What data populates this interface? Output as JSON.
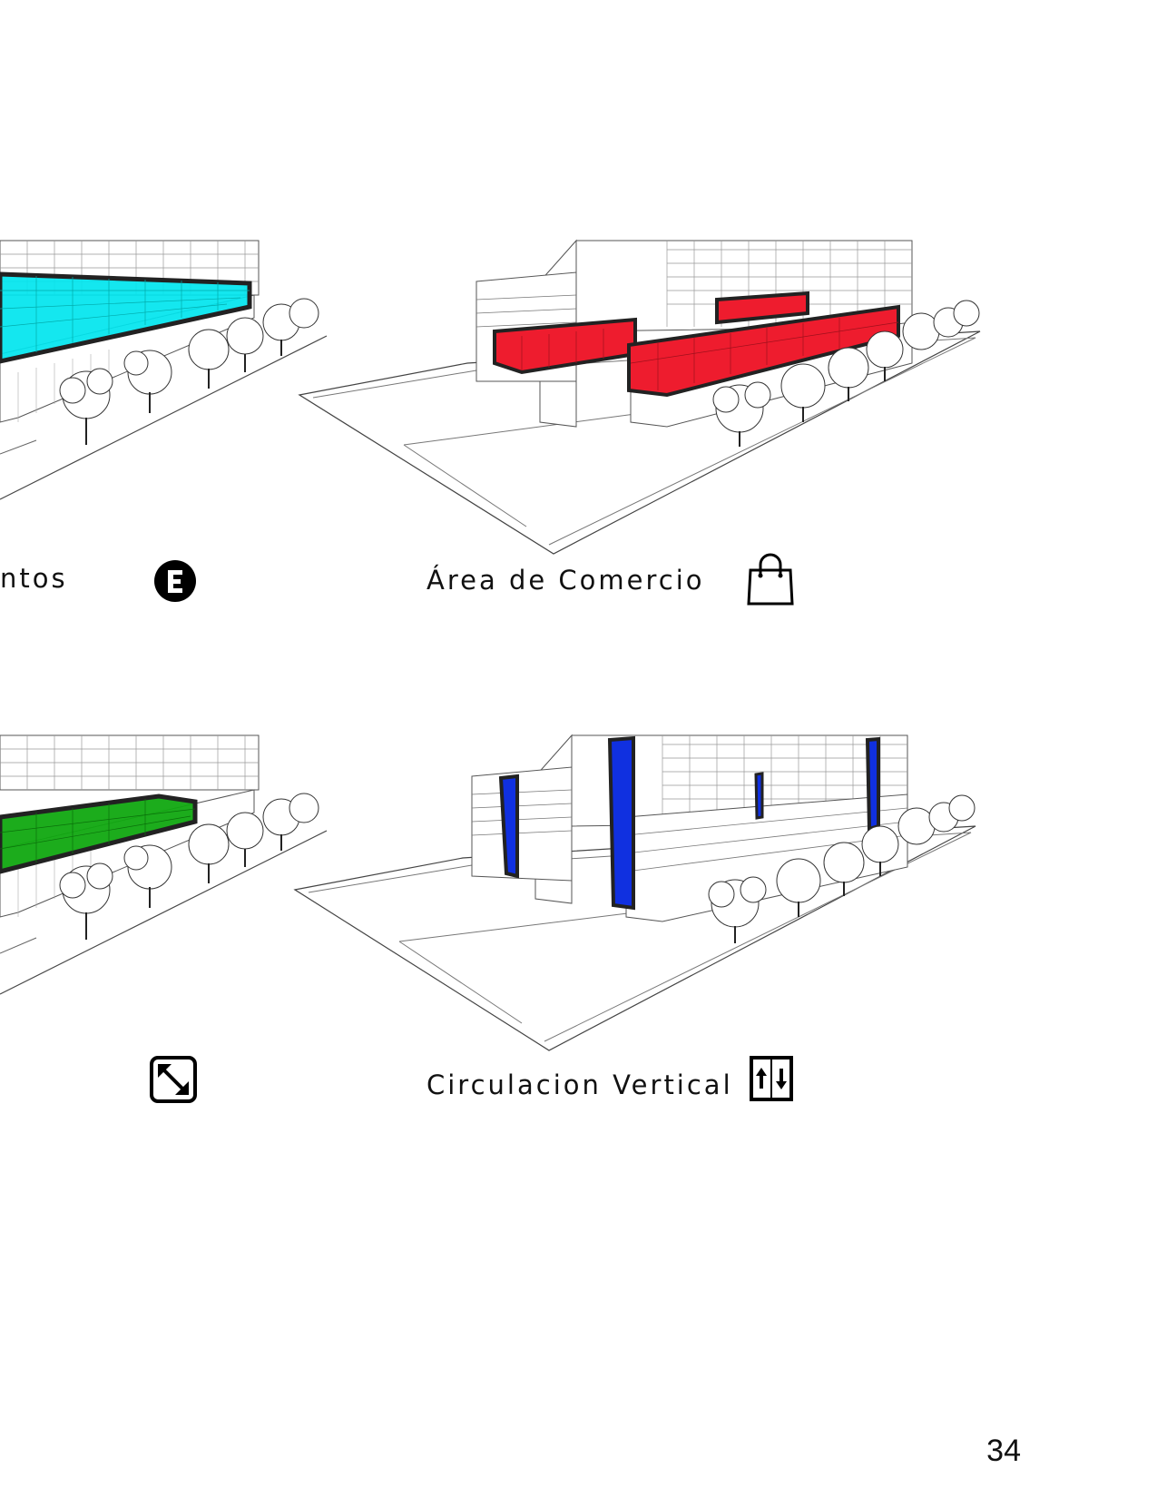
{
  "page": {
    "number": "34"
  },
  "panels": {
    "top_left": {
      "caption": "ntos",
      "icon": "event-e-icon",
      "highlight_color": "#00e5ee"
    },
    "top_right": {
      "caption": "Área de Comercio",
      "icon": "shopping-bag-icon",
      "highlight_color": "#ee1c2e"
    },
    "bottom_left": {
      "caption": "",
      "icon": "expand-arrows-icon",
      "highlight_color": "#10a810"
    },
    "bottom_right": {
      "caption": "Circulacion Vertical",
      "icon": "elevator-icon",
      "highlight_color": "#1030e0"
    }
  }
}
